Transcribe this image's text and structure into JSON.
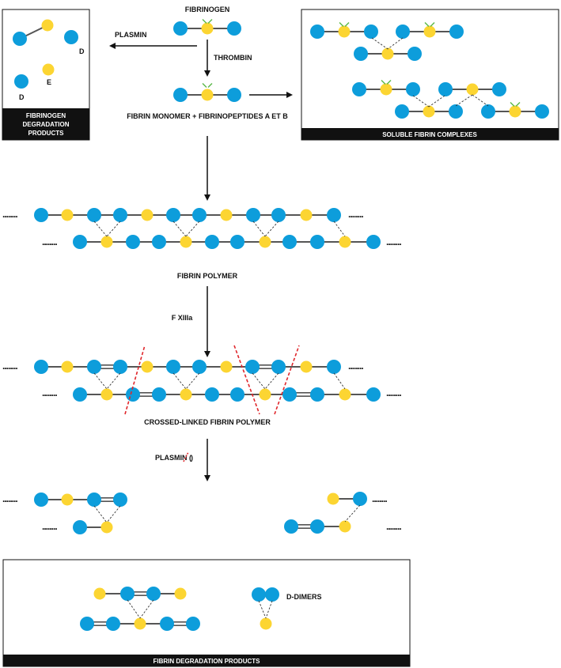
{
  "colors": {
    "domain_d": "#0D9DDB",
    "domain_e": "#FCD532",
    "bond": "#555555",
    "crosslink_dashed": "#333333",
    "cleavage": "#E0262B",
    "fibrinopeptide": "#5BB84A",
    "box_footer": "#111111"
  },
  "labels": {
    "fibrinogen": "FIBRINOGEN",
    "plasmin": "PLASMIN",
    "thrombin": "THROMBIN",
    "fibrin_monomer": "FIBRIN MONOMER + FIBRINOPEPTIDES A ET B",
    "fibrin_polymer": "FIBRIN POLYMER",
    "factor": "F XIIIa",
    "crosslinked": "CROSSED-LINKED FIBRIN POLYMER",
    "plasmin_cleave_prefix": "PLASMIN (",
    "plasmin_cleave_suffix": ")",
    "d_dimers": "D-DIMERS",
    "continuation": "........"
  },
  "boxes": {
    "fibrinogen_degradation": {
      "line1": "FIBRINOGEN",
      "line2": "DEGRADATION",
      "line3": "PRODUCTS",
      "d_label_1": "D",
      "e_label": "E",
      "d_label_2": "D"
    },
    "soluble_complexes": {
      "title": "SOLUBLE FIBRIN COMPLEXES"
    },
    "fibrin_degradation": {
      "title": "FIBRIN DEGRADATION PRODUCTS"
    }
  }
}
